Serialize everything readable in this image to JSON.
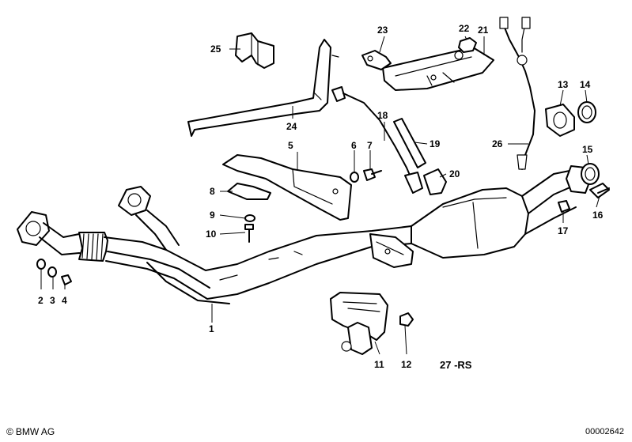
{
  "callouts": [
    {
      "id": "1",
      "label": "1"
    },
    {
      "id": "2",
      "label": "2"
    },
    {
      "id": "3",
      "label": "3"
    },
    {
      "id": "4",
      "label": "4"
    },
    {
      "id": "5",
      "label": "5"
    },
    {
      "id": "6",
      "label": "6"
    },
    {
      "id": "7",
      "label": "7"
    },
    {
      "id": "8",
      "label": "8"
    },
    {
      "id": "9",
      "label": "9"
    },
    {
      "id": "10",
      "label": "10"
    },
    {
      "id": "11",
      "label": "11"
    },
    {
      "id": "12",
      "label": "12"
    },
    {
      "id": "13",
      "label": "13"
    },
    {
      "id": "14",
      "label": "14"
    },
    {
      "id": "15",
      "label": "15"
    },
    {
      "id": "16",
      "label": "16"
    },
    {
      "id": "17",
      "label": "17"
    },
    {
      "id": "18",
      "label": "18"
    },
    {
      "id": "19",
      "label": "19"
    },
    {
      "id": "20",
      "label": "20"
    },
    {
      "id": "21",
      "label": "21"
    },
    {
      "id": "22",
      "label": "22"
    },
    {
      "id": "23",
      "label": "23"
    },
    {
      "id": "24",
      "label": "24"
    },
    {
      "id": "25",
      "label": "25"
    },
    {
      "id": "26",
      "label": "26"
    }
  ],
  "diagram_code": "27 -RS",
  "footer": {
    "brand_symbol": "©",
    "brand_text": "BMW AG",
    "image_id": "00002642"
  }
}
